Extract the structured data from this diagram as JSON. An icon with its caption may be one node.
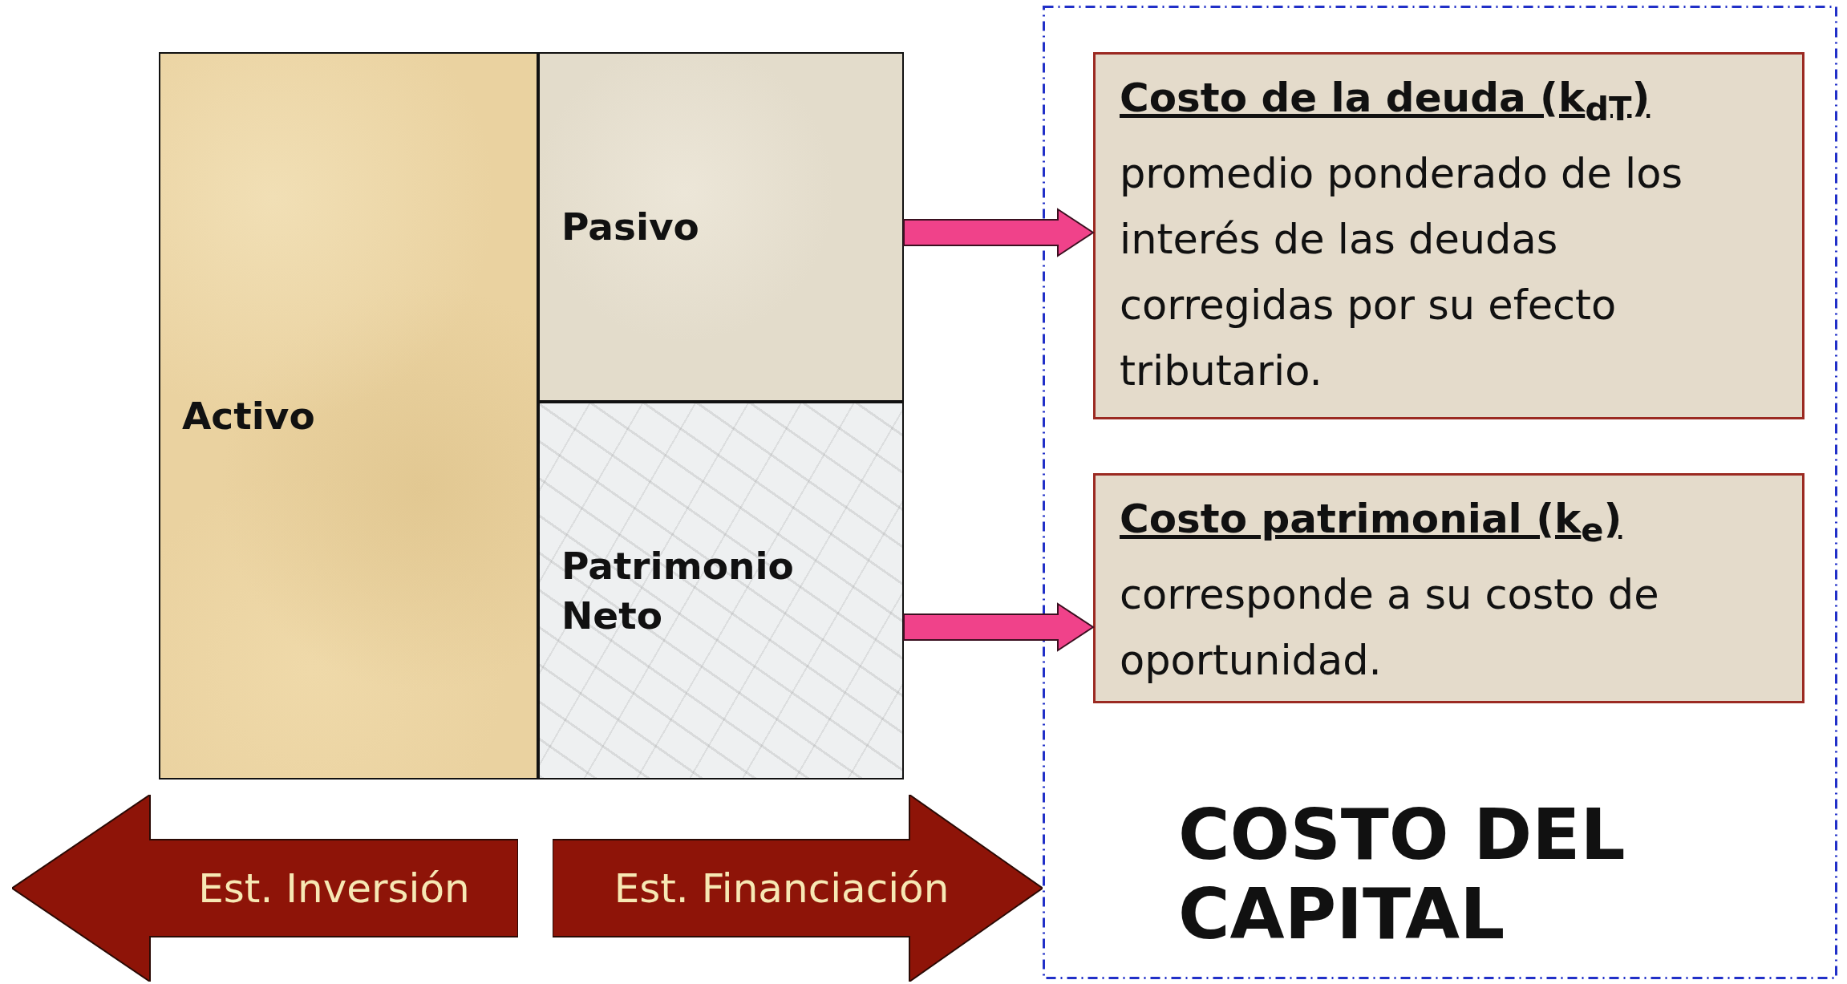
{
  "diagram": {
    "nodes": [
      {
        "text": [
          "Activo"
        ]
      },
      {
        "text": [
          "Pasivo"
        ]
      },
      {
        "text": [
          "Patrimonio Neto"
        ]
      },
      {
        "text": [
          "COSTO DEL CAPITAL"
        ]
      },
      {
        "text": [
          "Costo de la deuda (k$_{dT}$)",
          "promedio ponderado de los interés de las deudas corregidas por su efecto tributario."
        ],
        "in": 3
      },
      {
        "text": [
          "Costo patrimonial (k$_{e}$)",
          "corresponde a su costo de oportunidad."
        ],
        "in": 3
      },
      {
        "text": [
          "Est. Inversión"
        ]
      },
      {
        "text": [
          "Est. Financiación"
        ]
      }
    ],
    "edges": [
      {
        "from": 1,
        "to": 4,
        "arrow": "to"
      },
      {
        "from": 2,
        "to": 5,
        "arrow": "to"
      }
    ]
  }
}
